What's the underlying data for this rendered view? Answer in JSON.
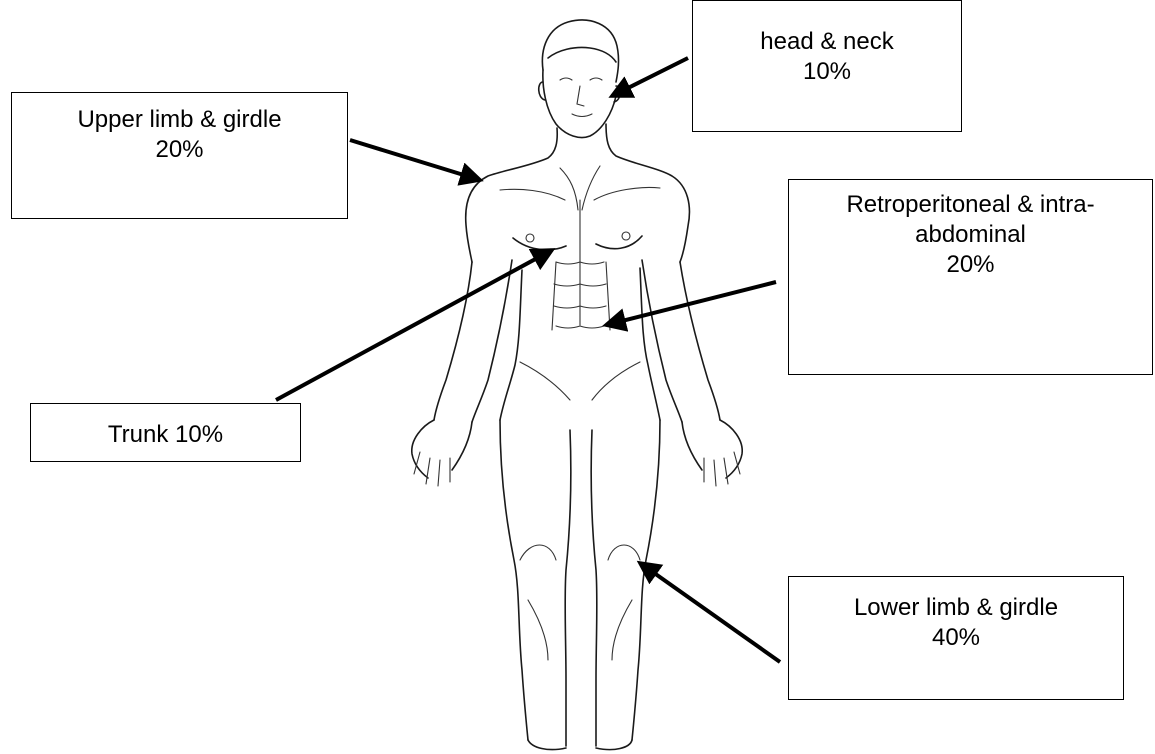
{
  "labels": {
    "head_neck": {
      "line1": "head & neck",
      "line2": "10%"
    },
    "upper_limb": {
      "line1": "Upper limb & girdle",
      "line2": "20%"
    },
    "retroperitoneal": {
      "line1": "Retroperitoneal & intra-",
      "line2": "abdominal",
      "line3": "20%"
    },
    "trunk": {
      "line1": "Trunk 10%"
    },
    "lower_limb": {
      "line1": "Lower limb & girdle",
      "line2": "40%"
    }
  },
  "colors": {
    "ink": "#000000",
    "background": "#ffffff"
  }
}
